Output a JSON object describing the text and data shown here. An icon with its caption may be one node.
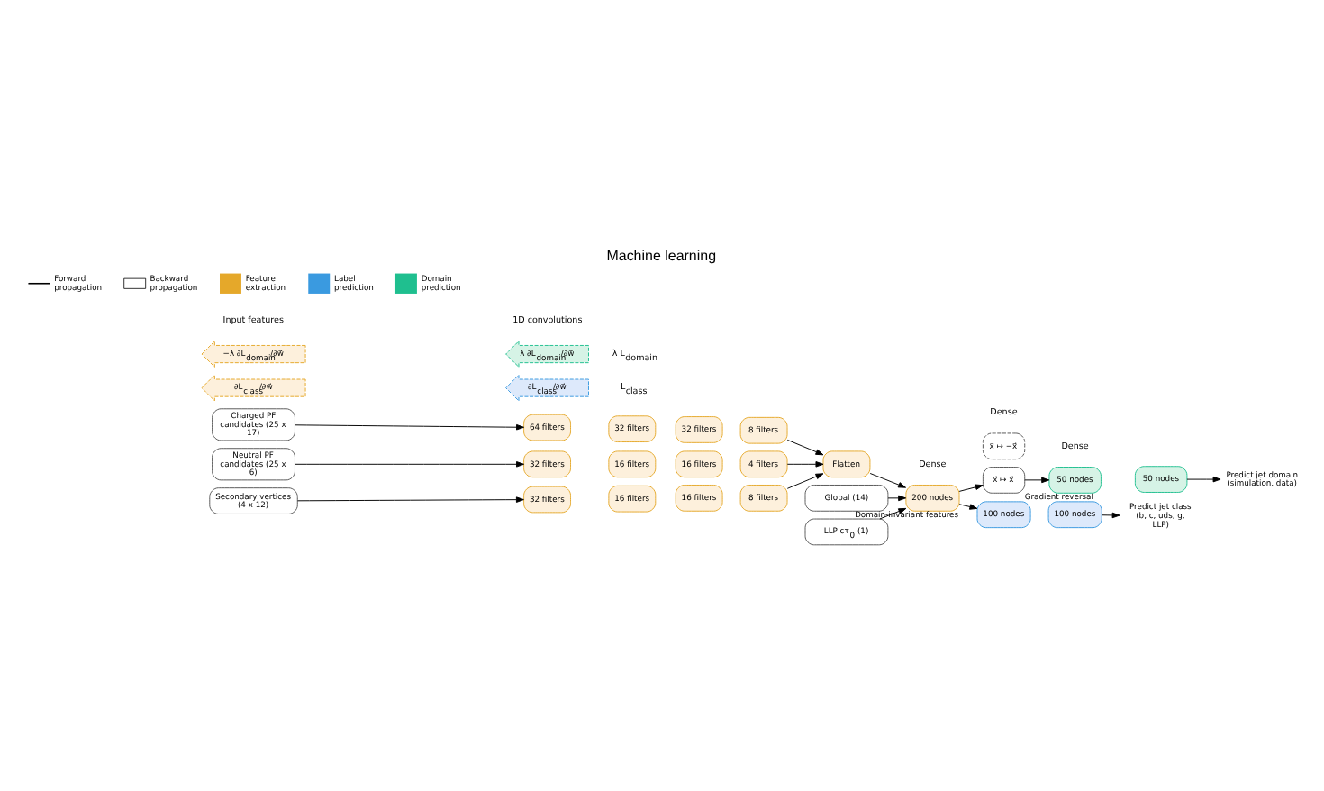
{
  "diagram": {
    "title": "Machine learning",
    "nodes": [
      {
        "text": [
          "Charged PF candidates (25 x 17)"
        ]
      },
      {
        "text": [
          "Neutral PF candidates (25 x 6)"
        ]
      },
      {
        "text": [
          "Secondary vertices (4 x 12)"
        ]
      },
      {
        "text": [
          "Global (14)"
        ]
      },
      {
        "text": [
          "LLP cτ$_{0}$ (1)"
        ]
      },
      {
        "text": [
          "64 filters"
        ]
      },
      {
        "text": [
          "32 filters"
        ]
      },
      {
        "text": [
          "32 filters"
        ]
      },
      {
        "text": [
          "8 filters"
        ]
      },
      {
        "text": [
          "32 filters"
        ]
      },
      {
        "text": [
          "16 filters"
        ]
      },
      {
        "text": [
          "16 filters"
        ]
      },
      {
        "text": [
          "4 filters"
        ]
      },
      {
        "text": [
          "32 filters"
        ]
      },
      {
        "text": [
          "16 filters"
        ]
      },
      {
        "text": [
          "16 filters"
        ]
      },
      {
        "text": [
          "8 filters"
        ]
      },
      {
        "text": [
          "Flatten"
        ]
      },
      {
        "text": [
          "200 nodes"
        ],
        "beside": [
          "Domain-invariant features"
        ]
      },
      {
        "text": [
          "x⃗ ↦ x⃗"
        ],
        "beside": [
          "Gradient reversal"
        ]
      },
      {
        "text": [
          "x⃗ ↦ −x⃗"
        ]
      },
      {
        "text": [
          "100 nodes"
        ]
      },
      {
        "text": [
          "100 nodes"
        ]
      },
      {
        "text": [
          "Predict jet class (b, c, uds, g, LLP)"
        ]
      },
      {
        "text": [
          "50 nodes"
        ]
      },
      {
        "text": [
          "50 nodes"
        ]
      },
      {
        "text": [
          "Predict jet domain (simulation, data)"
        ]
      },
      {
        "text": [
          "∂L$_{class}$/∂w⃗"
        ]
      },
      {
        "text": [
          "∂L$_{class}$/∂w⃗"
        ]
      },
      {
        "text": [
          "−λ ∂L$_{domain}$/∂w⃗"
        ]
      },
      {
        "text": [
          "λ ∂L$_{domain}$/∂w⃗"
        ]
      }
    ],
    "edges": [
      {
        "from": 0,
        "to": 5,
        "arrow": "to"
      },
      {
        "from": 8,
        "to": 17,
        "arrow": "to"
      },
      {
        "from": 1,
        "to": 9,
        "arrow": "to"
      },
      {
        "from": 12,
        "to": 17,
        "arrow": "to"
      },
      {
        "from": 2,
        "to": 13,
        "arrow": "to"
      },
      {
        "from": 16,
        "to": 17,
        "arrow": "to"
      },
      {
        "from": 17,
        "to": 18,
        "arrow": "to"
      },
      {
        "from": 3,
        "to": 18,
        "arrow": "to"
      },
      {
        "from": 4,
        "to": 18,
        "arrow": "to"
      },
      {
        "from": 18,
        "to": 21,
        "arrow": "to"
      },
      {
        "from": 22,
        "to": 23,
        "arrow": "to"
      },
      {
        "from": 18,
        "to": 19,
        "arrow": "to"
      },
      {
        "from": 19,
        "to": 24,
        "arrow": "to"
      },
      {
        "from": 25,
        "to": 26,
        "arrow": "to"
      }
    ],
    "labels": [
      "L$_{class}$",
      "Input features",
      "1D convolutions",
      "Dense",
      "Dense",
      "Dense",
      "λ L$_{domain}$"
    ],
    "legend": [
      {
        "text": "Forward propagation"
      },
      {
        "text": "Backward propagation"
      },
      {
        "text": "Feature extraction",
        "color": "#e5a82a"
      },
      {
        "text": "Label prediction",
        "color": "#3a9ae0"
      },
      {
        "text": "Domain prediction",
        "color": "#1fbf8f"
      }
    ]
  }
}
